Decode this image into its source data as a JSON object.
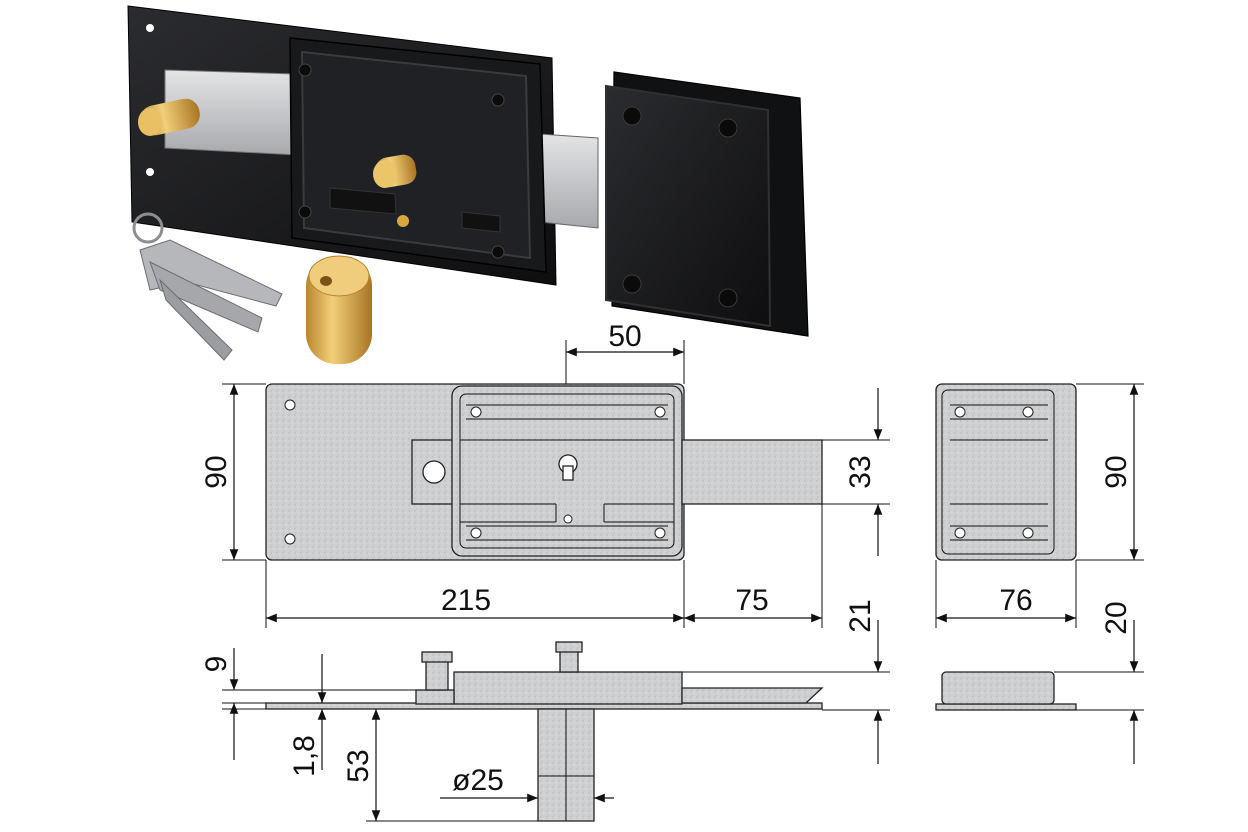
{
  "dimensions": {
    "backset": "50",
    "height_lock": "90",
    "bolt_height": "33",
    "height_keeper": "90",
    "length_lock": "215",
    "bolt_throw": "75",
    "keeper_width": "76",
    "depth_bolt": "21",
    "depth_keeper": "20",
    "plate_offset": "9",
    "plate_thickness": "1,8",
    "cylinder_length": "53",
    "cylinder_diameter": "ø25"
  },
  "colors": {
    "lock_body": "#1e1f21",
    "brass": "#d9a640",
    "steel": "#c8c9cb",
    "drawing_fill": "#cfd0d2"
  }
}
